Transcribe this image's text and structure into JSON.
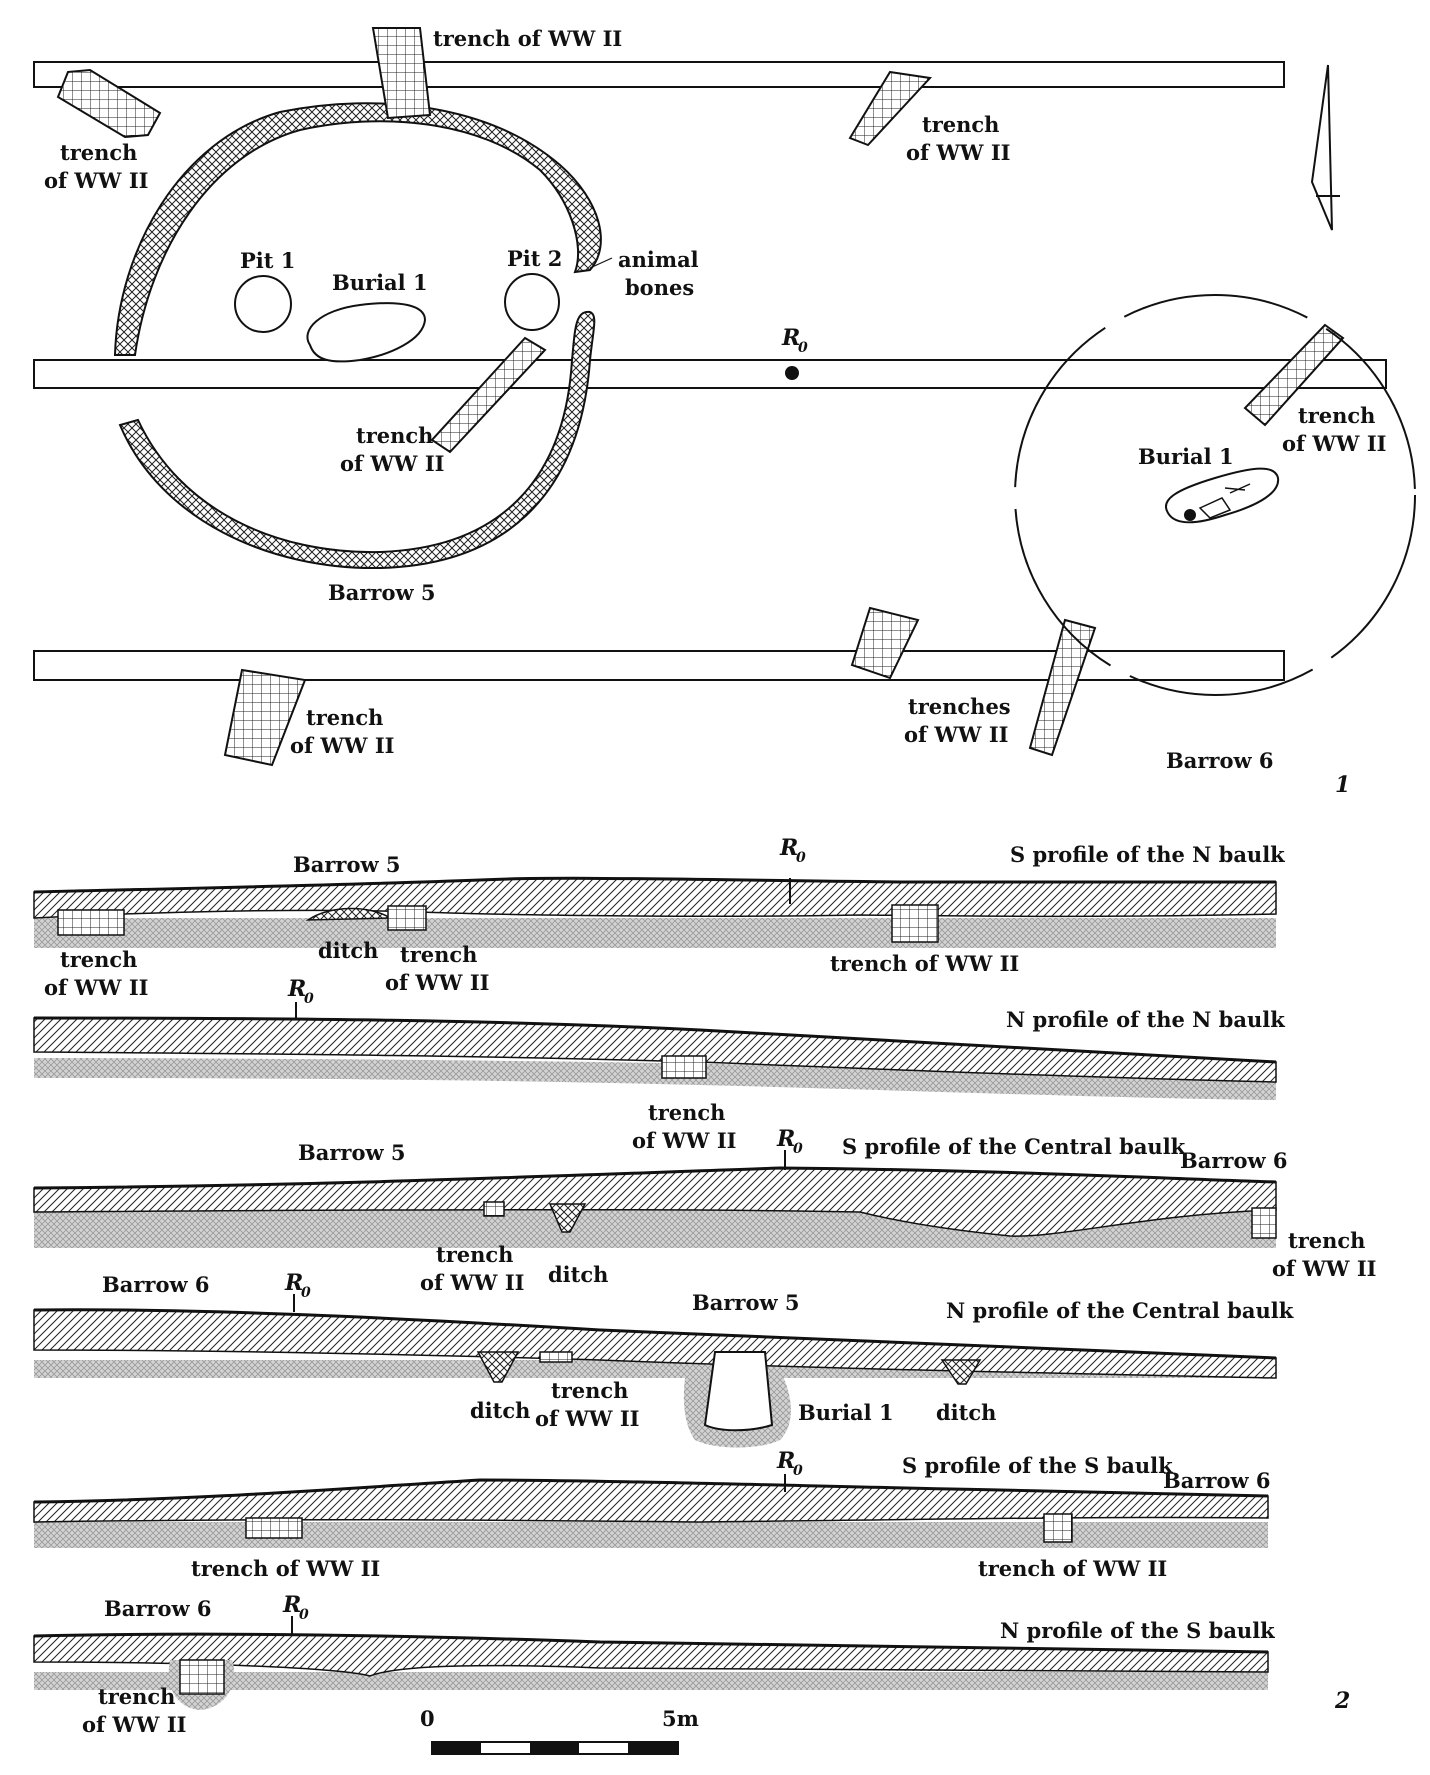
{
  "figure": {
    "part_labels": [
      "1",
      "2"
    ],
    "plan": {
      "labels": {
        "trench_top": "trench of WW II",
        "trench_left_1": "trench",
        "trench_left_2": "of WW II",
        "trench_right_1": "trench",
        "trench_right_2": "of WW II",
        "pit1": "Pit 1",
        "pit2": "Pit 2",
        "burial1": "Burial 1",
        "animal_1": "animal",
        "animal_2": "bones",
        "datum": "R",
        "datum_sub": "0",
        "trench_center_1": "trench",
        "trench_center_2": "of WW II",
        "barrow5": "Barrow 5",
        "trench_b6_1": "trench",
        "trench_b6_2": "of WW II",
        "burial1_b6": "Burial 1",
        "trench_bl_1": "trench",
        "trench_bl_2": "of WW II",
        "trenches_1": "trenches",
        "trenches_2": "of WW II",
        "barrow6": "Barrow 6"
      }
    },
    "profiles": [
      {
        "title": "S profile of the N baulk",
        "labels": {
          "barrow": "Barrow 5",
          "datum": "R",
          "datum_sub": "0",
          "trench_a_1": "trench",
          "trench_a_2": "of WW II",
          "ditch": "ditch",
          "trench_b_1": "trench",
          "trench_b_2": "of WW II",
          "trench_c": "trench of WW II"
        }
      },
      {
        "title": "N profile of the N baulk",
        "labels": {
          "datum": "R",
          "datum_sub": "0",
          "trench_1": "trench",
          "trench_2": "of WW II"
        }
      },
      {
        "title": "S profile of the Central baulk",
        "labels": {
          "barrow5": "Barrow 5",
          "barrow6": "Barrow 6",
          "datum": "R",
          "datum_sub": "0",
          "trench_a_1": "trench",
          "trench_a_2": "of WW II",
          "ditch": "ditch",
          "trench_b_1": "trench",
          "trench_b_2": "of WW II"
        }
      },
      {
        "title": "N profile of the Central baulk",
        "labels": {
          "barrow6": "Barrow 6",
          "barrow5": "Barrow 5",
          "datum": "R",
          "datum_sub": "0",
          "ditch_a": "ditch",
          "trench_1": "trench",
          "trench_2": "of WW II",
          "burial": "Burial 1",
          "ditch_b": "ditch"
        }
      },
      {
        "title": "S profile of the S baulk",
        "labels": {
          "barrow6": "Barrow 6",
          "datum": "R",
          "datum_sub": "0",
          "trench_a": "trench of WW II",
          "trench_b": "trench of WW II"
        }
      },
      {
        "title": "N profile of the S baulk",
        "labels": {
          "barrow6": "Barrow 6",
          "datum": "R",
          "datum_sub": "0",
          "trench_1": "trench",
          "trench_2": "of WW II"
        }
      }
    ],
    "scale": {
      "start": "0",
      "end": "5m"
    }
  }
}
